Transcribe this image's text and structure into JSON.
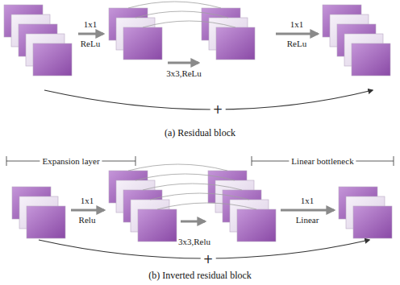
{
  "diagram": {
    "labels": [
      "1x1",
      "ReLu",
      "3x3,ReLu",
      "1x1",
      "ReLu",
      "+",
      "(a) Residual block",
      "Expansion layer",
      "Linear bottleneck",
      "1x1",
      "Relu",
      "3x3,Relu",
      "1x1",
      "Linear",
      "+",
      "(b) Inverted residual block"
    ]
  }
}
